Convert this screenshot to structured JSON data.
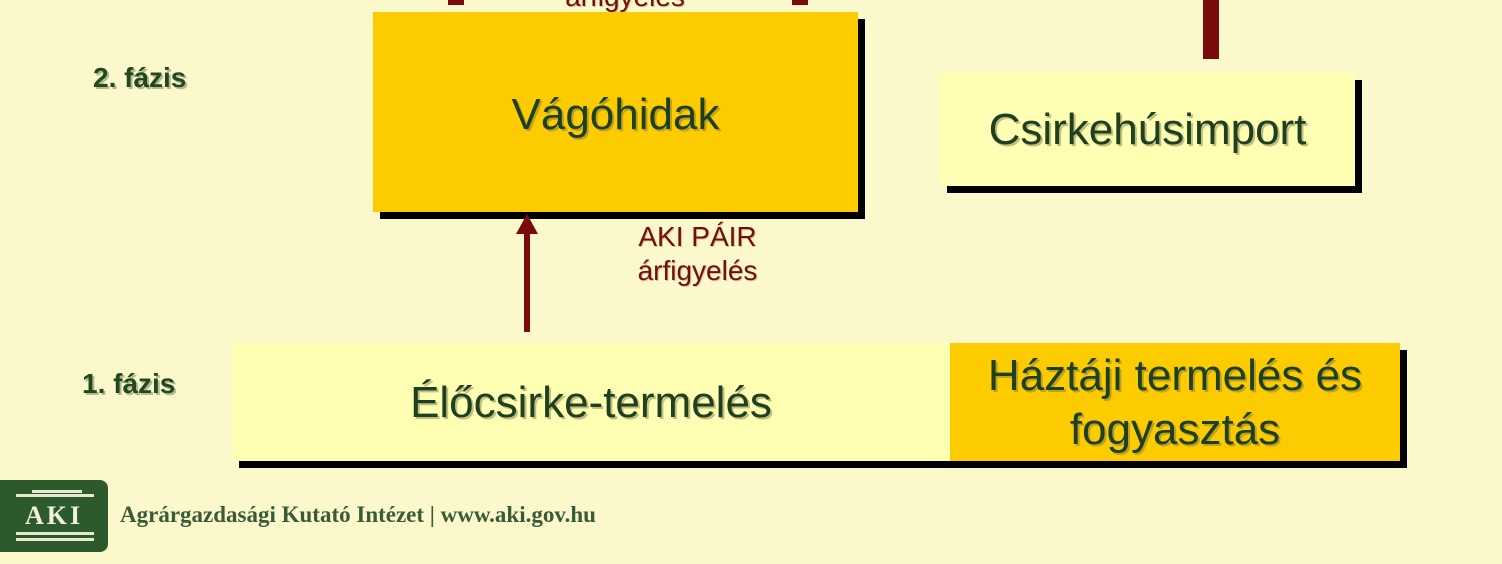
{
  "phases": {
    "phase2": "2. fázis",
    "phase1": "1. fázis"
  },
  "boxes": {
    "vagohidak": "Vágóhidak",
    "csirkehusimport": "Csirkehúsimport",
    "elocsirke": "Élőcsirke-termelés",
    "haztaji_line1": "Háztáji termelés és",
    "haztaji_line2": "fogyasztás"
  },
  "labels": {
    "top_partial": "árfigyelés",
    "aki_pair_line1": "AKI PÁIR",
    "aki_pair_line2": "árfigyelés"
  },
  "footer": {
    "logo_text": "AKI",
    "institute": "Agrárgazdasági Kutató Intézet | www.aki.gov.hu"
  },
  "colors": {
    "background": "#fbf9cc",
    "box_orange": "#fccc00",
    "box_light_yellow": "#ffffb3",
    "arrow_red": "#7a0b0b",
    "text_green": "#1f4020"
  }
}
